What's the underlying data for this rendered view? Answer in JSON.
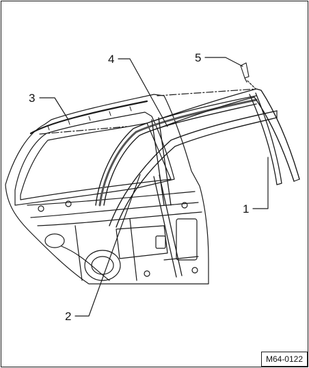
{
  "figure": {
    "reference_code": "M64-0122",
    "callouts": [
      {
        "id": "callout-1",
        "number": "1"
      },
      {
        "id": "callout-2",
        "number": "2"
      },
      {
        "id": "callout-3",
        "number": "3"
      },
      {
        "id": "callout-4",
        "number": "4"
      },
      {
        "id": "callout-5",
        "number": "5"
      }
    ]
  },
  "style": {
    "line_color": "#1a1a1a",
    "background": "#ffffff"
  }
}
